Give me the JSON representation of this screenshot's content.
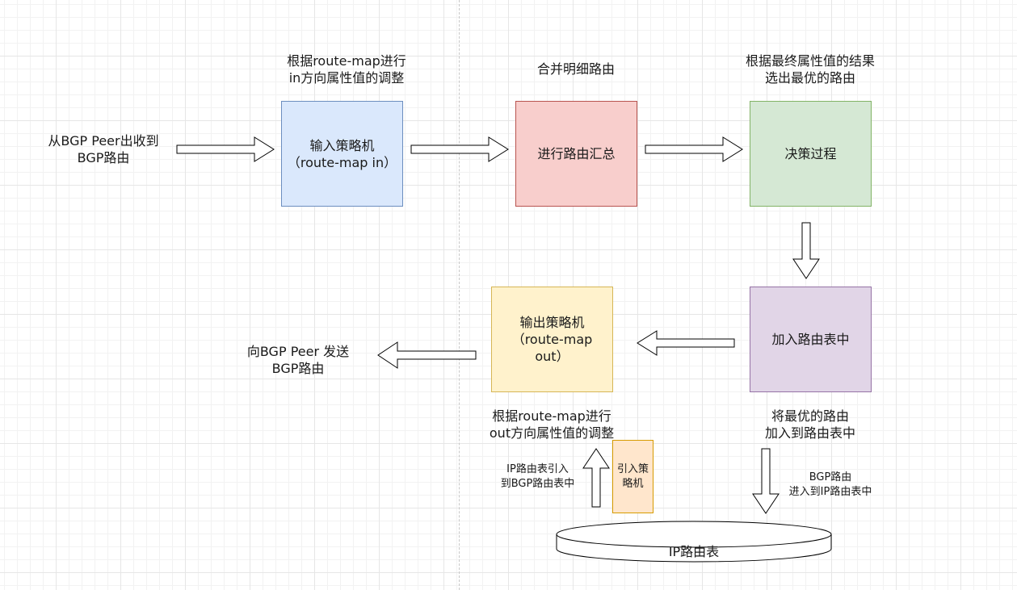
{
  "diagram": {
    "nodes": {
      "input_policy": "输入策略机\n（route-map in）",
      "route_summary": "进行路由汇总",
      "decision": "决策过程",
      "add_route_table": "加入路由表中",
      "output_policy": "输出策略机\n（route-map\nout）",
      "import_policy": "引入策\n略机",
      "ip_route_table": "IP路由表"
    },
    "labels": {
      "receive_from_peer": "从BGP Peer出收到\nBGP路由",
      "in_adjust": "根据route-map进行\nin方向属性值的调整",
      "merge_detail": "合并明细路由",
      "select_best": "根据最终属性值的结果\n选出最优的路由",
      "best_to_table": "将最优的路由\n加入到路由表中",
      "send_to_peer": "向BGP Peer 发送\nBGP路由",
      "out_adjust": "根据route-map进行\nout方向属性值的调整",
      "ip_import": "IP路由表引入\n到BGP路由表中",
      "bgp_to_ip": "BGP路由\n进入到IP路由表中"
    },
    "colors": {
      "input_policy": "#dae8fc",
      "input_policy_border": "#6c8ebf",
      "route_summary": "#f8cecc",
      "route_summary_border": "#b85450",
      "decision": "#d5e8d4",
      "decision_border": "#82b366",
      "add_route_table": "#e1d5e7",
      "add_route_table_border": "#9673a6",
      "output_policy": "#fff2cc",
      "output_policy_border": "#d6b656",
      "import_policy": "#ffe6cc",
      "import_policy_border": "#d79b00"
    }
  }
}
